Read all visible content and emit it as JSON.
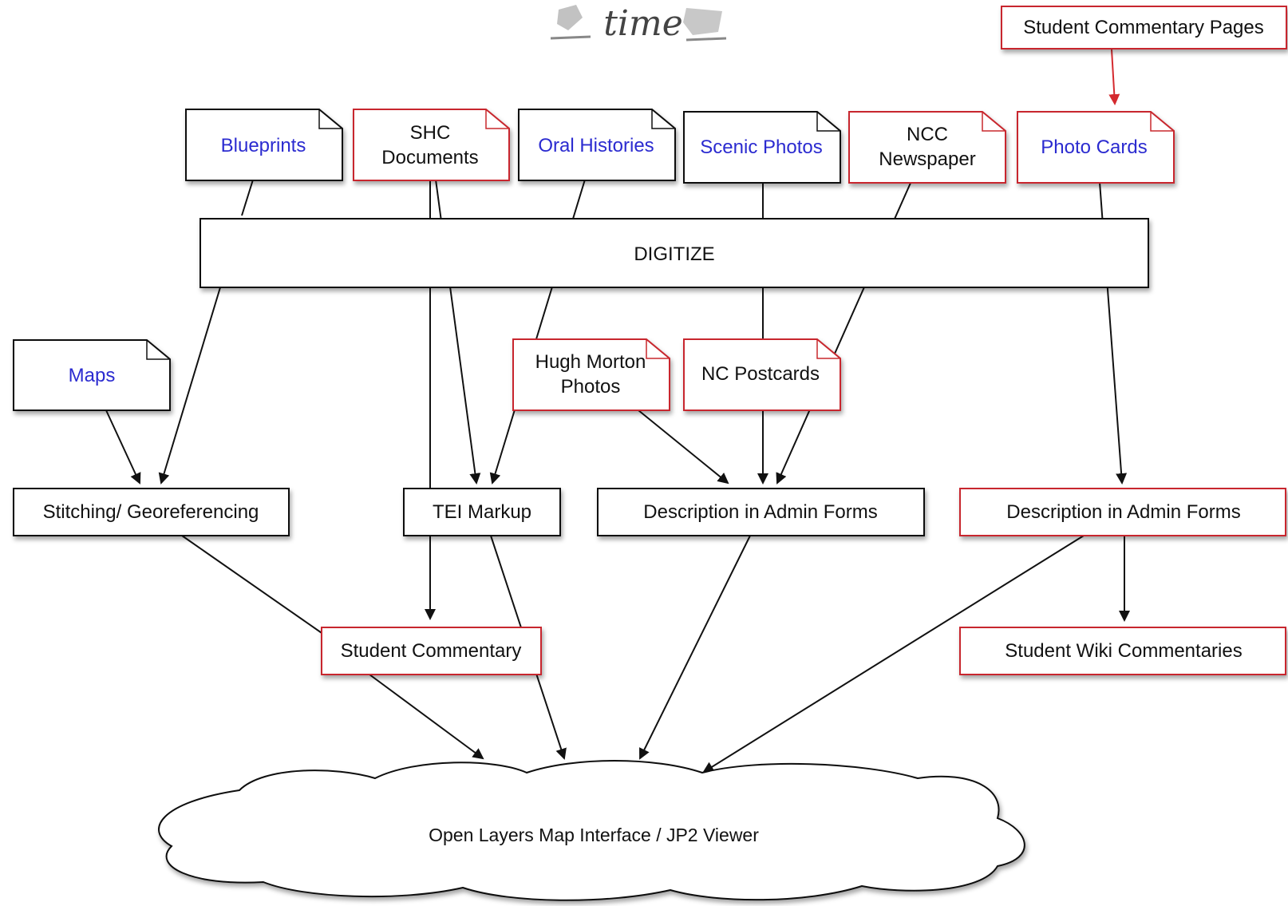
{
  "logo": {
    "text": "time"
  },
  "colors": {
    "black_border": "#111111",
    "red_border": "#c8282d",
    "blue_text": "#2b2bd0",
    "black_text": "#111111",
    "arrow": "#111111"
  },
  "nodes": {
    "student_commentary_pages": "Student Commentary Pages",
    "blueprints": "Blueprints",
    "shc_documents": [
      "SHC",
      "Documents"
    ],
    "oral_histories": "Oral Histories",
    "scenic_photos": "Scenic Photos",
    "ncc_newspaper": [
      "NCC",
      "Newspaper"
    ],
    "photo_cards": "Photo Cards",
    "digitize": "DIGITIZE",
    "maps": "Maps",
    "hugh_morton_photos": [
      "Hugh Morton",
      "Photos"
    ],
    "nc_postcards": "NC Postcards",
    "stitching_georeferencing": "Stitching/ Georeferencing",
    "tei_markup": "TEI Markup",
    "description_admin_forms_1": "Description in Admin Forms",
    "description_admin_forms_2": "Description in Admin Forms",
    "student_commentary": "Student Commentary",
    "student_wiki_commentaries": "Student Wiki Commentaries",
    "open_layers": "Open Layers Map Interface / JP2 Viewer"
  }
}
